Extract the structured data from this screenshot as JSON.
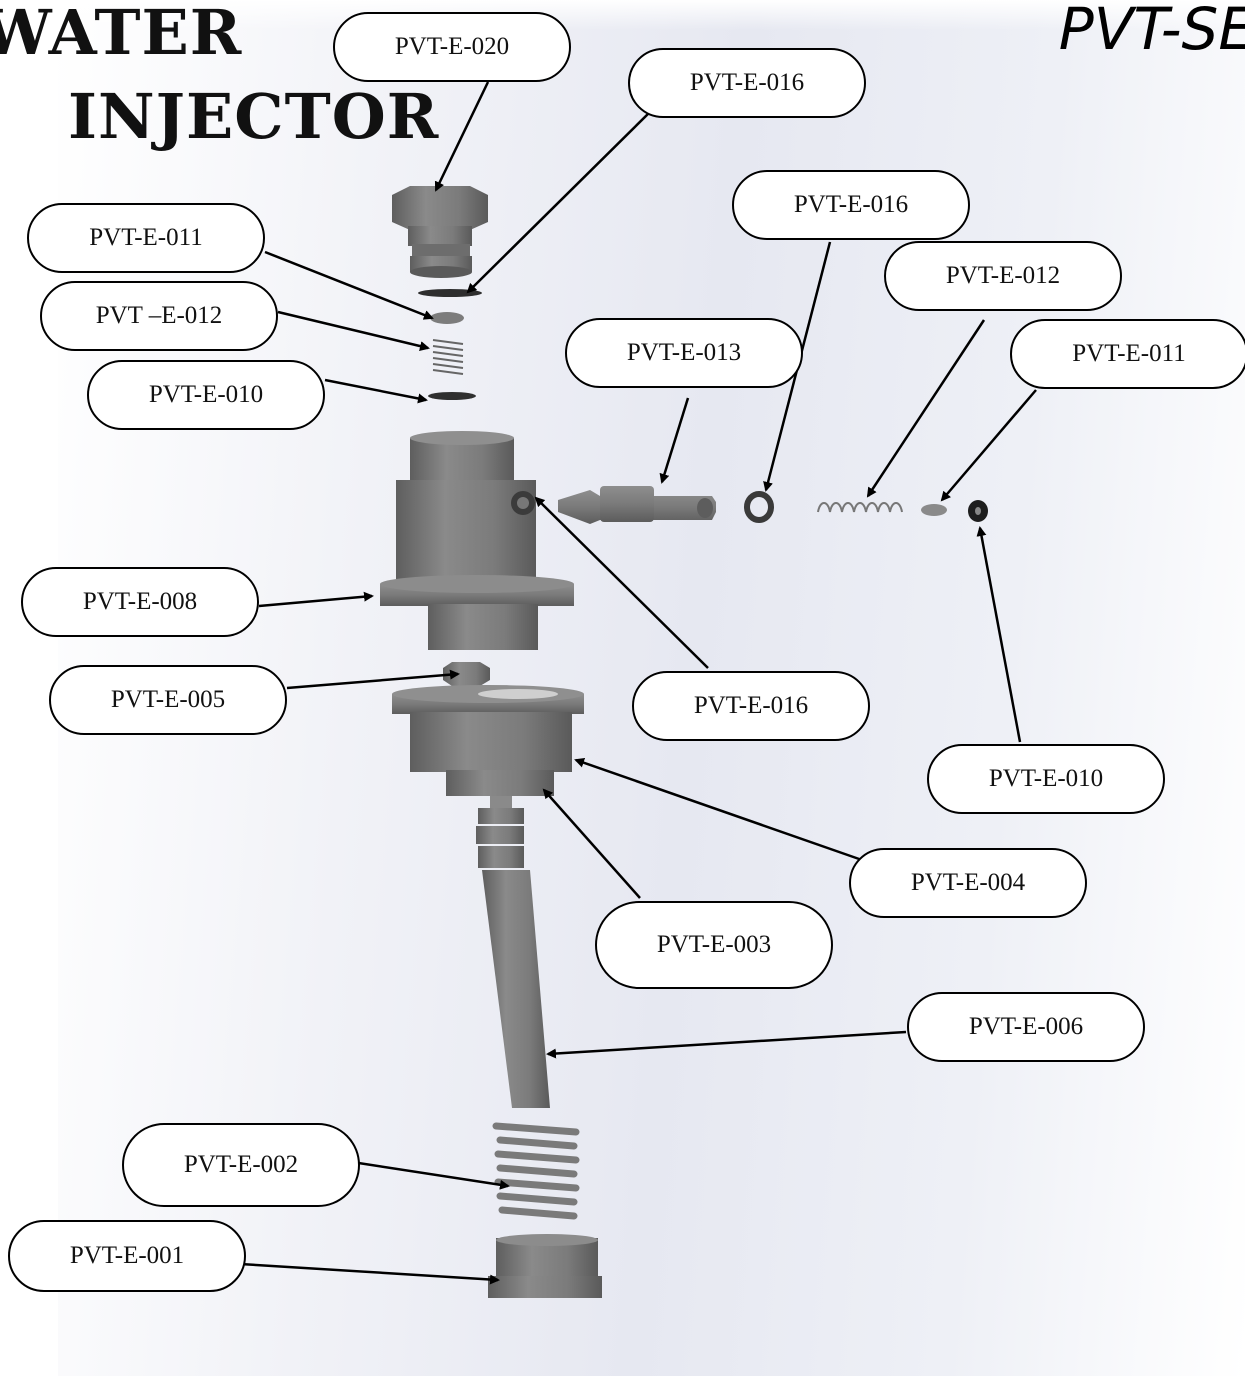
{
  "title": {
    "line1": "WATER",
    "line2": "INJECTOR"
  },
  "series_code": "PVT-SE",
  "callouts": {
    "c020": "PVT-E-020",
    "c016a": "PVT-E-016",
    "c011a": "PVT-E-011",
    "c016b": "PVT-E-016",
    "c012a": "PVT –E-012",
    "c012b": "PVT-E-012",
    "c013": "PVT-E-013",
    "c011b": "PVT-E-011",
    "c010a": "PVT-E-010",
    "c008": "PVT-E-008",
    "c005": "PVT-E-005",
    "c016c": "PVT-E-016",
    "c010b": "PVT-E-010",
    "c004": "PVT-E-004",
    "c003": "PVT-E-003",
    "c006": "PVT-E-006",
    "c002": "PVT-E-002",
    "c001": "PVT-E-001"
  },
  "colors": {
    "part_body": "#7a7a7a",
    "part_light": "#9a9a9a",
    "part_dark": "#555555",
    "leader": "#000000",
    "background": "#e8eaf2"
  }
}
